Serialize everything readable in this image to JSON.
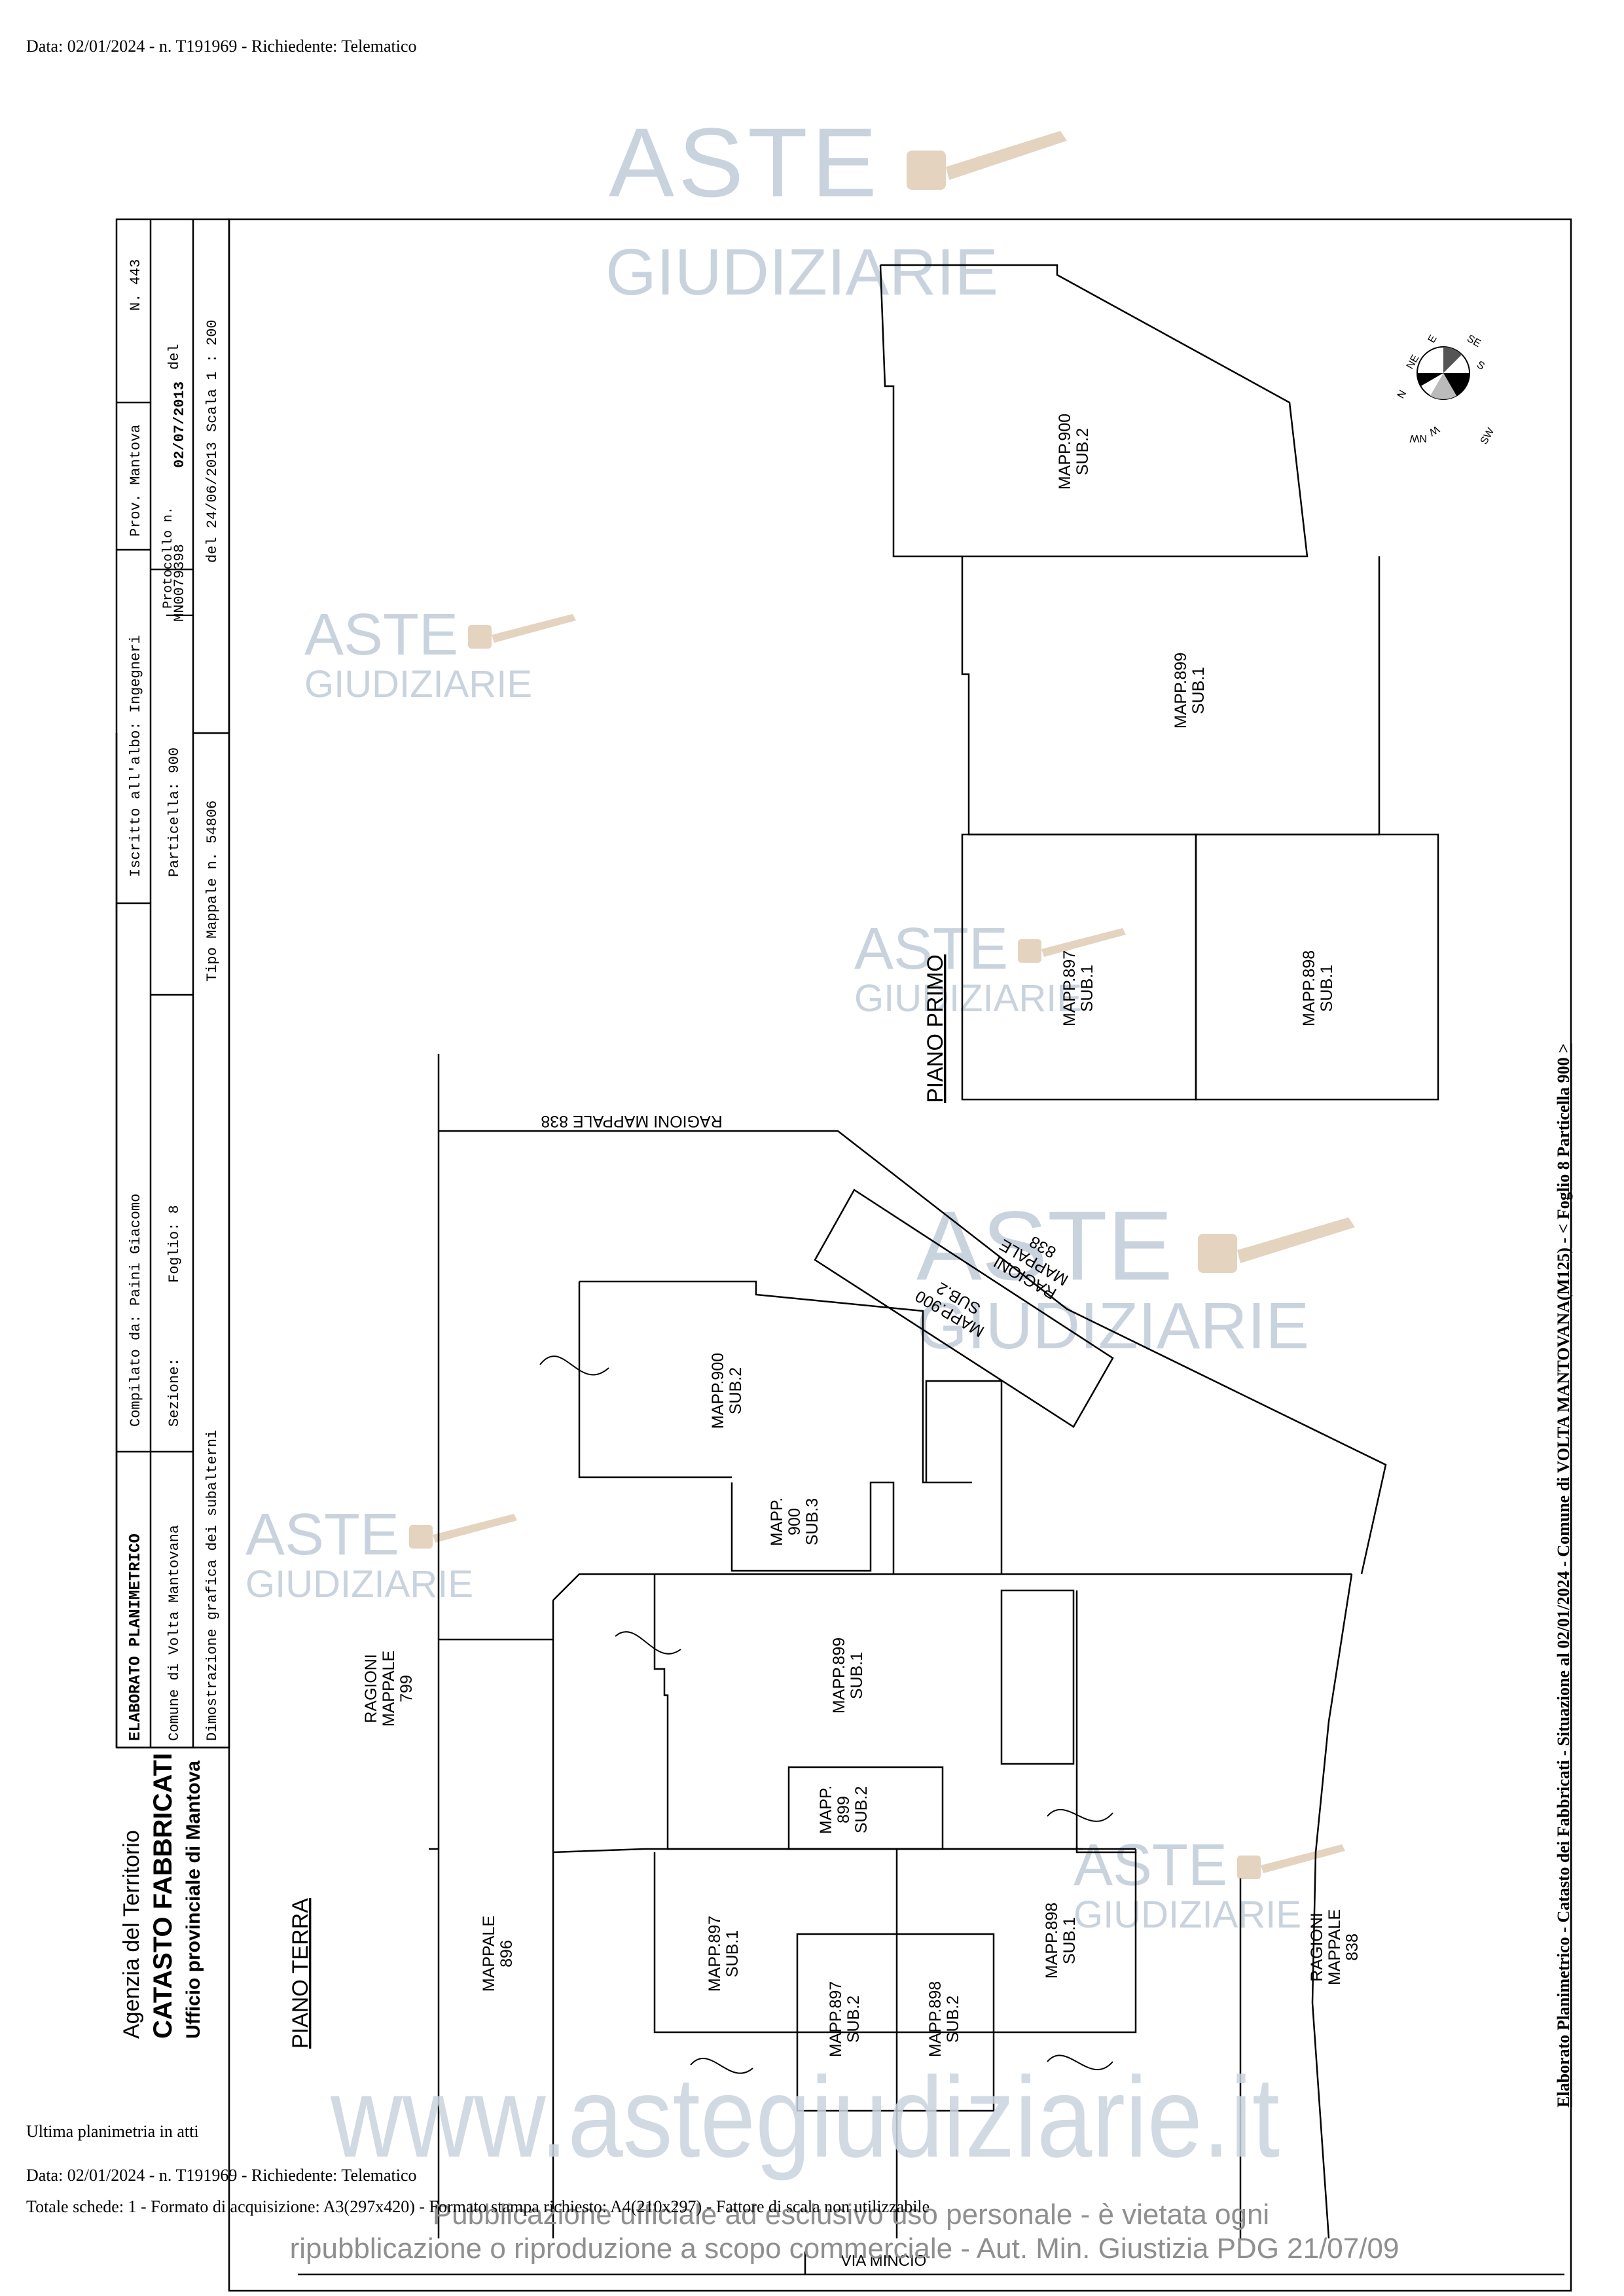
{
  "header": {
    "top_line": "Data: 02/01/2024 - n. T191969 - Richiedente: Telematico"
  },
  "footer": {
    "ultima": "Ultima planimetria in atti",
    "data_line": "Data: 02/01/2024 - n. T191969 - Richiedente: Telematico",
    "totale_line": "Totale schede: 1 - Formato di acquisizione: A3(297x420) - Formato stampa richiesto: A4(210x297) - Fattore di scala non utilizzabile"
  },
  "side_caption": "Elaborato Planimetrico - Catasto dei Fabbricati - Situazione al 02/01/2024 - Comune di VOLTA MANTOVANA(M125) - < Foglio 8 Particella 900 >",
  "cartiglio": {
    "agenzia": "Agenzia del Territorio",
    "catasto": "CATASTO FABBRICATI",
    "ufficio": "Ufficio provinciale di Mantova",
    "elaborato": "ELABORATO PLANIMETRICO",
    "compilato": "Compilato da: Paini Giacomo",
    "iscritto": "Iscritto all'albo: Ingegneri",
    "prov": "Prov. Mantova",
    "numero": "N. 443",
    "comune": "Comune di Volta Mantovana",
    "sezione": "Sezione:",
    "foglio": "Foglio: 8",
    "particella": "Particella: 900",
    "protocollo_label": "Protocollo n.",
    "protocollo_num": "MN0079398",
    "del": "del",
    "protocollo_date": "02/07/2013",
    "dimostrazione": "Dimostrazione grafica dei subalterni",
    "tipo_mappale": "Tipo Mappale n. 54806",
    "del_date": "del 24/06/2013",
    "scala": "Scala 1 : 200"
  },
  "plan_labels": {
    "piano_primo": "PIANO PRIMO",
    "piano_terra": "PIANO TERRA",
    "pp_900_2": [
      "MAPP.900",
      "SUB.2"
    ],
    "pp_899_1": [
      "MAPP.899",
      "SUB.1"
    ],
    "pp_897_1": [
      "MAPP.897",
      "SUB.1"
    ],
    "pp_898_1": [
      "MAPP.898",
      "SUB.1"
    ],
    "ragioni_838_top": "RAGIONI MAPPALE 838",
    "diag_ragioni": [
      "RAGIONI",
      "MAPPALE",
      "838"
    ],
    "diag_900_2": [
      "MAPP.900",
      "SUB.2"
    ],
    "pt_900_2": [
      "MAPP.900",
      "SUB.2"
    ],
    "pt_900_3": [
      "MAPP.",
      "900",
      "SUB.3"
    ],
    "ragioni_799": [
      "RAGIONI",
      "MAPPALE",
      "799"
    ],
    "pt_899_1": [
      "MAPP.899",
      "SUB.1"
    ],
    "pt_899_2": [
      "MAPP.",
      "899",
      "SUB.2"
    ],
    "mappale_896": [
      "MAPPALE",
      "896"
    ],
    "pt_897_1": [
      "MAPP.897",
      "SUB.1"
    ],
    "pt_897_2": [
      "MAPP.897",
      "SUB.2"
    ],
    "pt_898_2": [
      "MAPP.898",
      "SUB.2"
    ],
    "pt_898_1": [
      "MAPP.898",
      "SUB.1"
    ],
    "ragioni_838_right": [
      "RAGIONI",
      "MAPPALE",
      "838"
    ],
    "via": "VIA MINCIO"
  },
  "compass": [
    "N",
    "NE",
    "E",
    "SE",
    "S",
    "SW",
    "W",
    "NW"
  ],
  "watermarks": {
    "aste": "ASTE",
    "giudiziarie": "GIUDIZIARIE",
    "site": "www.astegiudiziarie.it",
    "notice_1": "Pubblicazione ufficiale ad esclusivo uso personale - è vietata ogni",
    "notice_2": "ripubblicazione o riproduzione a scopo commerciale - Aut. Min. Giustizia PDG 21/07/09"
  },
  "colors": {
    "watermark": "#c9d3de",
    "ink": "#000000"
  }
}
